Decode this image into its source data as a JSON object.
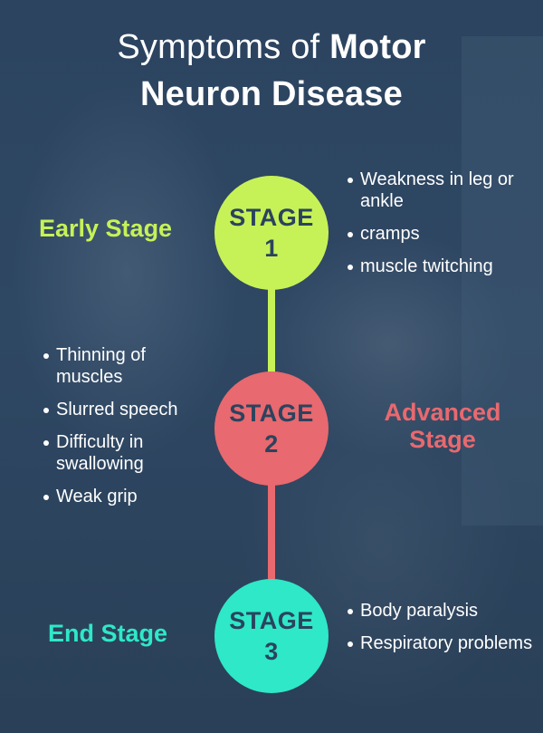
{
  "title": {
    "part1": "Symptoms of ",
    "part2": "Motor",
    "line2": "Neuron Disease"
  },
  "stages": [
    {
      "circle_line1": "STAGE",
      "circle_line2": "1",
      "label": "Early Stage",
      "color": "#c6f257",
      "symptoms": [
        "Weakness in leg or ankle",
        "cramps",
        "muscle twitching"
      ]
    },
    {
      "circle_line1": "STAGE",
      "circle_line2": "2",
      "label_line1": "Advanced",
      "label_line2": "Stage",
      "color": "#e8696f",
      "symptoms": [
        "Thinning of muscles",
        "Slurred speech",
        "Difficulty in swallowing",
        "Weak grip"
      ]
    },
    {
      "circle_line1": "STAGE",
      "circle_line2": "3",
      "label": "End Stage",
      "color": "#2ee8c8",
      "symptoms": [
        "Body paralysis",
        "Respiratory problems"
      ]
    }
  ],
  "colors": {
    "background": "#2b435e",
    "text": "#ffffff"
  }
}
